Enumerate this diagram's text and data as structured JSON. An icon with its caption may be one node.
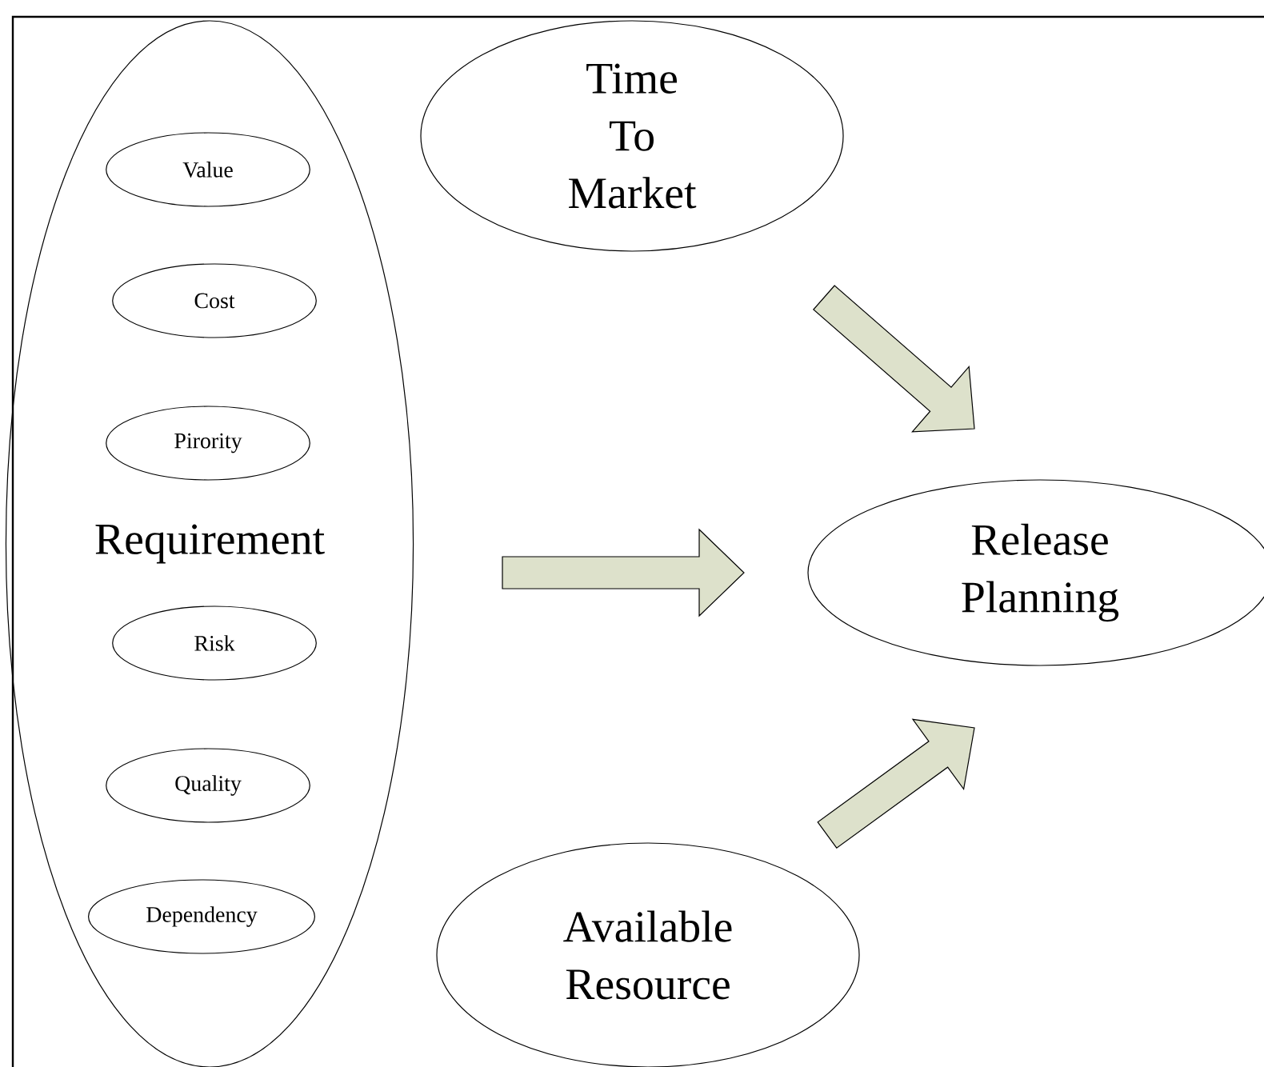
{
  "diagram": {
    "nodes": [
      {
        "text": [
          "Requirement"
        ]
      },
      {
        "text": [
          "Value"
        ],
        "in": 0
      },
      {
        "text": [
          "Cost"
        ],
        "in": 0
      },
      {
        "text": [
          "Pirority"
        ],
        "in": 0
      },
      {
        "text": [
          "Risk"
        ],
        "in": 0
      },
      {
        "text": [
          "Quality"
        ],
        "in": 0
      },
      {
        "text": [
          "Dependency"
        ],
        "in": 0
      },
      {
        "text": [
          "Time To Market"
        ]
      },
      {
        "text": [
          "Release Planning"
        ]
      },
      {
        "text": [
          "Available Resource"
        ]
      }
    ],
    "edges": [
      {
        "from": 0,
        "to": 8,
        "arrow": "to"
      },
      {
        "from": 7,
        "to": 8,
        "arrow": "to"
      },
      {
        "from": 9,
        "to": 8,
        "arrow": "to"
      }
    ]
  }
}
